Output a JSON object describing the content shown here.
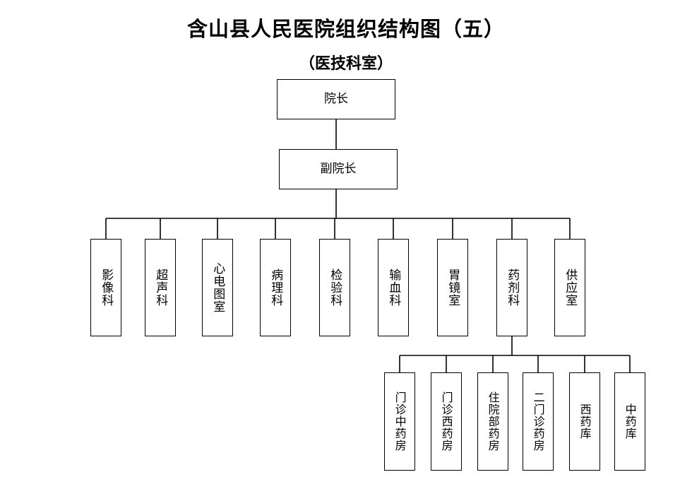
{
  "title": "含山县人民医院组织结构图（五）",
  "subtitle": "（医技科室）",
  "root": {
    "label": "院长"
  },
  "deputy": {
    "label": "副院长"
  },
  "departments": [
    "影像科",
    "超声科",
    "心电图室",
    "病理科",
    "检验科",
    "输血科",
    "胃镜室",
    "药剂科",
    "供应室"
  ],
  "pharmacy_units": [
    "门诊中药房",
    "门诊西药房",
    "住院部药房",
    "二门诊药房",
    "西药库",
    "中药库"
  ]
}
